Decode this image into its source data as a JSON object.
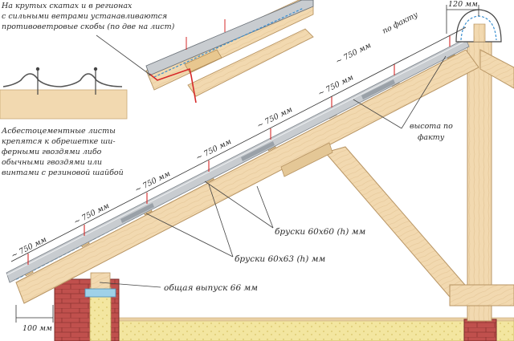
{
  "notes": {
    "wind_clips": [
      "На крутых скатах и в регионах",
      "с сильными ветрами устанавливаются",
      "противоветровые скобы (по две на лист)"
    ],
    "fastening": [
      "Асбестоцементные листы",
      "крепятся к обрешетке ши-",
      "ферными гвоздями либо",
      "обычными гвоздями или",
      "винтами с резиновой шайбой"
    ],
    "ridge_height": [
      "высота по",
      "факту"
    ],
    "battens_60x60": "бруски 60х60 (h) мм",
    "battens_60x63": "бруски 60х63 (h) мм",
    "total_overhang": "общая выпуск 66 мм",
    "eave_offset": "100 мм",
    "ridge_offset": "120 мм",
    "by_fact": "по факту"
  },
  "spacing_label": "~ 750 мм",
  "spacings": [
    "~ 750 мм",
    "~ 750 мм",
    "~ 750 мм",
    "~ 750 мм",
    "~ 750 мм",
    "~ 750 мм",
    "~ 750 мм"
  ],
  "colors": {
    "wood": "#f2d9b0",
    "wood_edge": "#c9a877",
    "sheet": "#c8ccd0",
    "membrane": "#3a8fd0",
    "brick": "#c0504d",
    "insulation": "#f3e6a0",
    "red_mark": "#d62828"
  }
}
